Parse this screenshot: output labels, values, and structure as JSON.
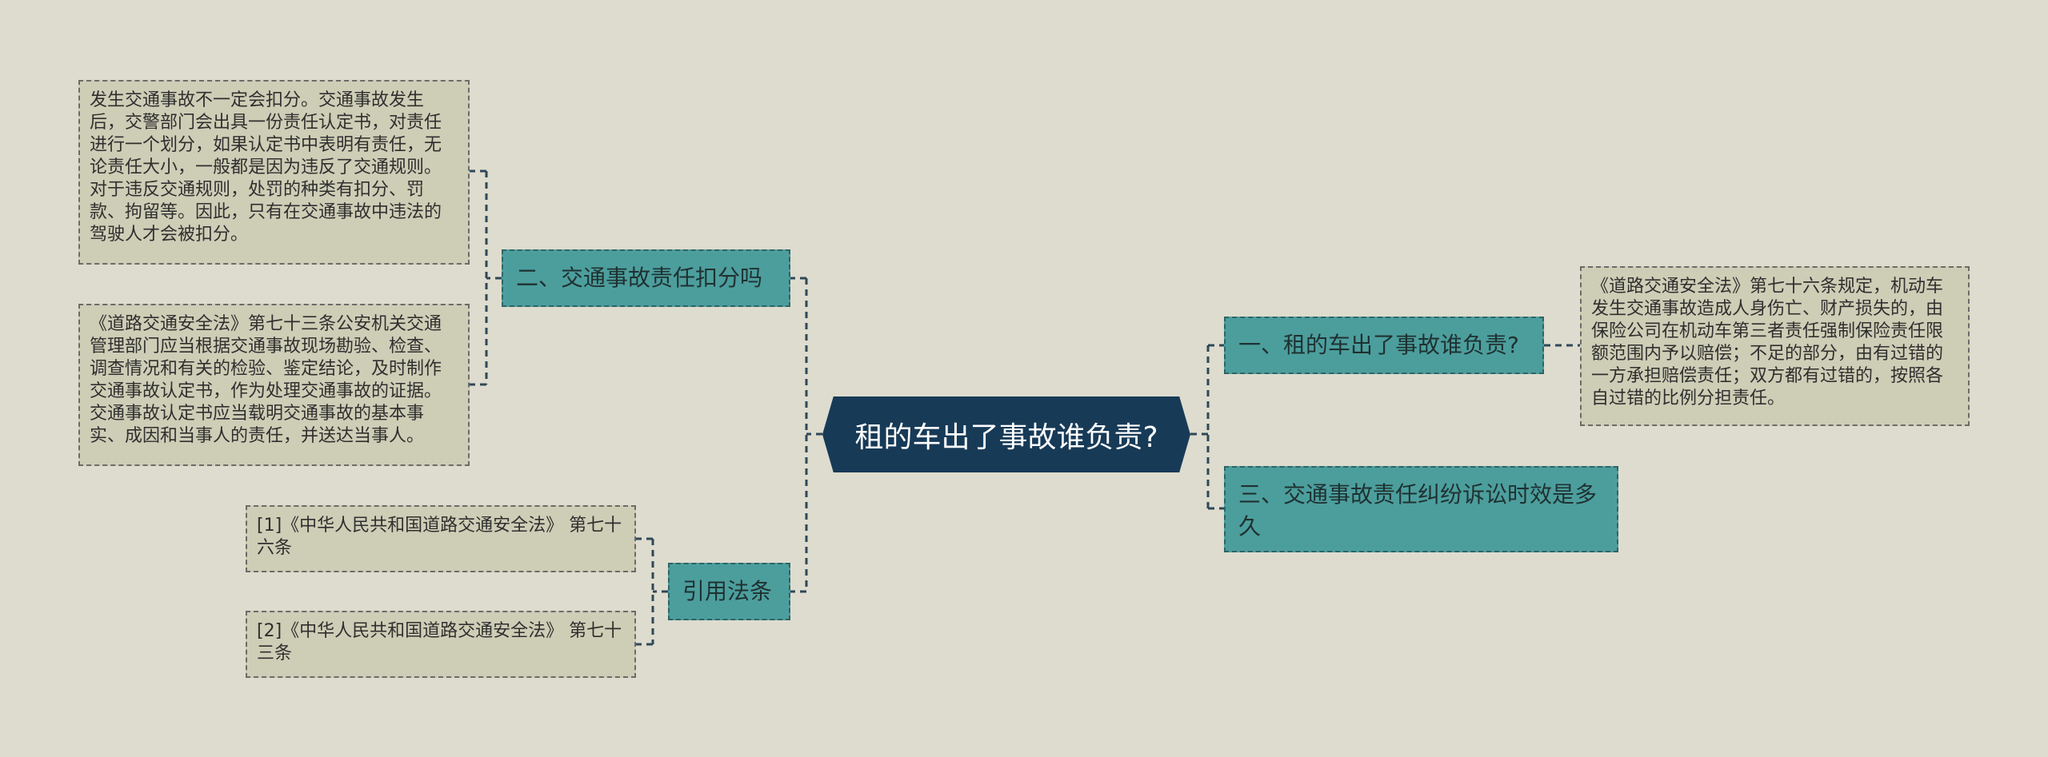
{
  "mindmap": {
    "root": {
      "title": "租的车出了事故谁负责?"
    },
    "branches": {
      "b1": {
        "label": "一、租的车出了事故谁负责?",
        "details": [
          "《道路交通安全法》第七十六条规定，机动车发生交通事故造成人身伤亡、财产损失的，由保险公司在机动车第三者责任强制保险责任限额范围内予以赔偿；不足的部分，由有过错的一方承担赔偿责任；双方都有过错的，按照各自过错的比例分担责任。"
        ]
      },
      "b2": {
        "label": "二、交通事故责任扣分吗",
        "details": [
          "发生交通事故不一定会扣分。交通事故发生后，交警部门会出具一份责任认定书，对责任进行一个划分，如果认定书中表明有责任，无论责任大小，一般都是因为违反了交通规则。对于违反交通规则，处罚的种类有扣分、罚款、拘留等。因此，只有在交通事故中违法的驾驶人才会被扣分。",
          "《道路交通安全法》第七十三条公安机关交通管理部门应当根据交通事故现场勘验、检查、调查情况和有关的检验、鉴定结论，及时制作交通事故认定书，作为处理交通事故的证据。交通事故认定书应当载明交通事故的基本事实、成因和当事人的责任，并送达当事人。"
        ]
      },
      "b3": {
        "label": "三、交通事故责任纠纷诉讼时效是多久",
        "details": []
      },
      "b4": {
        "label": "引用法条",
        "details": [
          "[1]《中华人民共和国道路交通安全法》 第七十六条",
          "[2]《中华人民共和国道路交通安全法》 第七十三条"
        ]
      }
    }
  },
  "colors": {
    "background": "#dedcce",
    "root_fill": "#173a57",
    "branch_fill": "#4c9e9d",
    "leaf_fill": "#cecdb6",
    "connector": "#2f4858"
  }
}
